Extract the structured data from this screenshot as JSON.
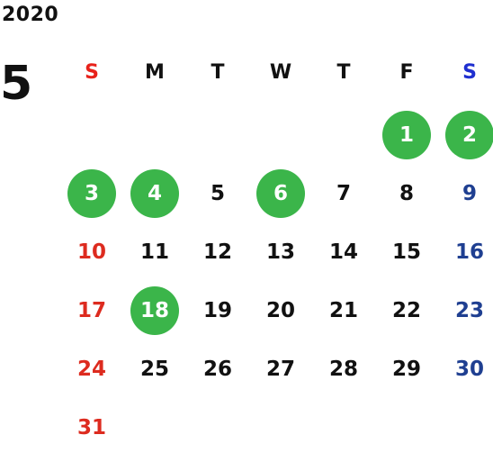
{
  "calendar": {
    "year": "2020",
    "month": "5",
    "weekdays": [
      "S",
      "M",
      "T",
      "W",
      "T",
      "F",
      "S"
    ],
    "days": [
      {
        "label": "1",
        "highlighted": true
      },
      {
        "label": "2",
        "highlighted": true
      },
      {
        "label": "3",
        "highlighted": true
      },
      {
        "label": "4",
        "highlighted": true
      },
      {
        "label": "5",
        "highlighted": false
      },
      {
        "label": "6",
        "highlighted": true
      },
      {
        "label": "7",
        "highlighted": false
      },
      {
        "label": "8",
        "highlighted": false
      },
      {
        "label": "9",
        "highlighted": false
      },
      {
        "label": "10",
        "highlighted": false
      },
      {
        "label": "11",
        "highlighted": false
      },
      {
        "label": "12",
        "highlighted": false
      },
      {
        "label": "13",
        "highlighted": false
      },
      {
        "label": "14",
        "highlighted": false
      },
      {
        "label": "15",
        "highlighted": false
      },
      {
        "label": "16",
        "highlighted": false
      },
      {
        "label": "17",
        "highlighted": false
      },
      {
        "label": "18",
        "highlighted": true
      },
      {
        "label": "19",
        "highlighted": false
      },
      {
        "label": "20",
        "highlighted": false
      },
      {
        "label": "21",
        "highlighted": false
      },
      {
        "label": "22",
        "highlighted": false
      },
      {
        "label": "23",
        "highlighted": false
      },
      {
        "label": "24",
        "highlighted": false
      },
      {
        "label": "25",
        "highlighted": false
      },
      {
        "label": "26",
        "highlighted": false
      },
      {
        "label": "27",
        "highlighted": false
      },
      {
        "label": "28",
        "highlighted": false
      },
      {
        "label": "29",
        "highlighted": false
      },
      {
        "label": "30",
        "highlighted": false
      },
      {
        "label": "31",
        "highlighted": false
      }
    ]
  },
  "colors": {
    "text": "#111111",
    "sunday_header": "#e8221b",
    "saturday_header": "#1f2fd0",
    "sunday_date": "#dd2b1f",
    "saturday_date": "#1f3f91",
    "highlight_fill": "#3bb54a",
    "highlight_text": "#ffffff"
  }
}
